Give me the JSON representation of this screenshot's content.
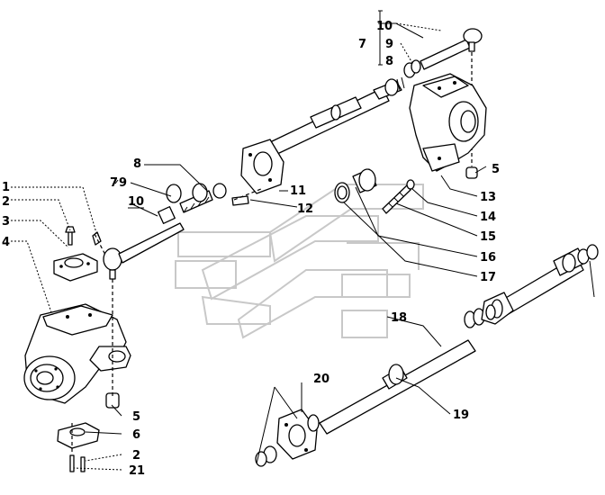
{
  "diagram": {
    "labels": {
      "l1": "1",
      "l2a": "2",
      "l3": "3",
      "l4": "4",
      "l5a": "5",
      "l6": "6",
      "l2b": "2",
      "l21": "21",
      "l7a": "7",
      "l9a": "9",
      "l10a": "10",
      "l8a": "8",
      "l11": "11",
      "l12": "12",
      "l7b": "7",
      "l9b": "9",
      "l10b": "10",
      "l8b": "8",
      "l5b": "5",
      "l13": "13",
      "l14": "14",
      "l15": "15",
      "l16": "16",
      "l17": "17",
      "l18": "18",
      "l19": "19",
      "l20": "20"
    }
  }
}
